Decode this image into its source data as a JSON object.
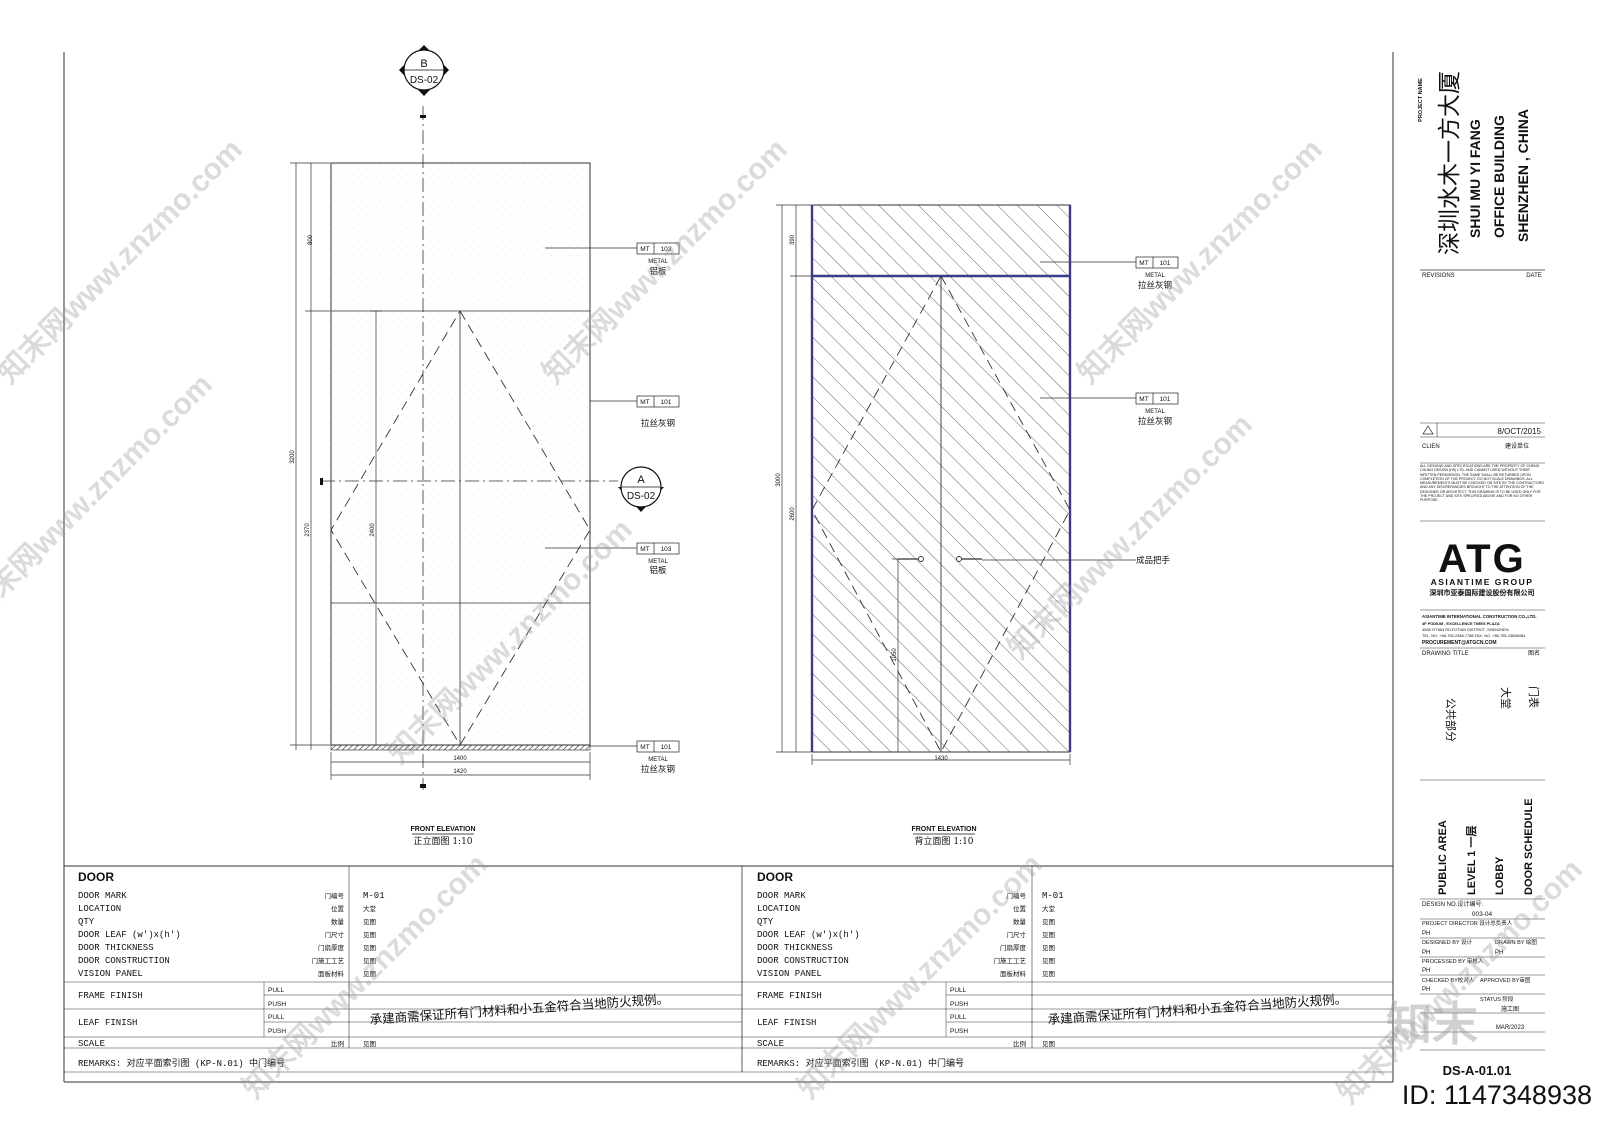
{
  "front": {
    "section_b": {
      "letter": "B",
      "ref": "DS-02"
    },
    "section_a": {
      "letter": "A",
      "ref": "DS-02"
    },
    "callouts": [
      {
        "code": "MT",
        "num": "103",
        "en": "METAL",
        "zh": "铝板"
      },
      {
        "code": "MT",
        "num": "101",
        "en": "",
        "zh": "拉丝灰钢"
      },
      {
        "code": "MT",
        "num": "103",
        "en": "METAL",
        "zh": "铝板"
      },
      {
        "code": "MT",
        "num": "101",
        "en": "METAL",
        "zh": "拉丝灰钢"
      }
    ],
    "dims": {
      "h_top": "800",
      "h_total": "3200",
      "h_door": "2370",
      "h_inner": "2400",
      "w_inner": "1400",
      "w_total": "1420"
    },
    "title_en": "FRONT ELEVATION",
    "title_zh": "正立面图 1:10"
  },
  "back": {
    "callouts": [
      {
        "code": "MT",
        "num": "101",
        "en": "METAL",
        "zh": "拉丝灰钢"
      },
      {
        "code": "MT",
        "num": "101",
        "en": "METAL",
        "zh": "拉丝灰钢"
      }
    ],
    "handle_label": "成品把手",
    "dims": {
      "h_top": "390",
      "h_total": "3000",
      "h_door": "2600",
      "h_handle": "1050",
      "w_total": "1430"
    },
    "title_en": "FRONT ELEVATION",
    "title_zh": "背立面图 1:10"
  },
  "schedule": {
    "heading": "DOOR",
    "rows": [
      {
        "en": "DOOR MARK",
        "zh": "门编号",
        "val": "M-01"
      },
      {
        "en": "LOCATION",
        "zh": "位置",
        "val": "大堂"
      },
      {
        "en": "QTY",
        "zh": "数量",
        "val": "见图"
      },
      {
        "en": "DOOR LEAF (w')x(h')",
        "zh": "门尺寸",
        "val": "见图"
      },
      {
        "en": "DOOR THICKNESS",
        "zh": "门扇厚度",
        "val": "见图"
      },
      {
        "en": "DOOR CONSTRUCTION",
        "zh": "门施工工艺",
        "val": "见图"
      },
      {
        "en": "VISION PANEL",
        "zh": "面板材料",
        "val": "见图"
      }
    ],
    "frame_finish": "FRAME FINISH",
    "leaf_finish": "LEAF FINISH",
    "pull": "PULL",
    "push": "PUSH",
    "scale_en": "SCALE",
    "scale_zh": "比例",
    "scale_val": "见图",
    "note": "承建商需保证所有门材料和小五金符合当地防火规例。",
    "remarks": "REMARKS:  对应平面索引图 (KP-N.01) 中门编号",
    "right_mark": "M-01",
    "right_location": "大堂"
  },
  "titleblock": {
    "project_name_label": "PROJECT NAME",
    "project_zh": "深圳水木一方大厦",
    "project_en1": "SHUI MU YI FANG",
    "project_en2": "OFFICE BUILDING",
    "project_en3": "SHENZHEN , CHINA",
    "revisions": "REVISIONS",
    "date": "DATE",
    "rev_date": "8/OCT/2015",
    "client": "CLIEN",
    "client_zh": "建设单位",
    "disclaimer": "ALL DESIGNS AND SPECIFICATIONS ARE THE PROPERTY OF CHENG CHUNG DESIGN (HK) LTD. AND CANNOT USED WITHOUT THEIR WRITTEN PERMISSION. THE SAME SHALL BE RETURNED UPON COMPLETION OF THE PROJECT. DO NOT SCALE DRAWINGS. ALL MEASUREMENTS MUST BE CHECKED ON SITE BY THE CONTRACTORS AND ANY DISCREPANCIES BROUGHT TO THE ATTENTION OF THE DESIGNER OR ARCHITECT. THIS DRAWING IS TO BE USED ONLY FOR THE PROJECT AND SITE SPECIFIED ABOVE AND FOR NO OTHER PURPOSE.",
    "logo": "ATG",
    "group": "ASIANTIME GROUP",
    "group_zh": "深圳市亚泰国际建设股份有限公司",
    "company": "ASIANTIME INTERNATIONAL CONSTRUCTION CO.,LTD.",
    "addr1": "4F PODIUM , EXCELLENCE TIMES PLAZA",
    "addr2": "4068 YITIAN RD,FUTIAN DISTRICT ,SHENZHEN",
    "tel": "TEL. NO. +86-755-2388-7788  FAX. NO. +86-755-23898484",
    "email": "PROCUREMENT@ATGCN.COM",
    "drawing_title": "DRAWING TITLE",
    "drawing_title_zh": "图名",
    "area_zh": "公共部分",
    "lobby_zh": "大堂",
    "sched_zh": "门表",
    "area_en": "PUBLIC AREA",
    "level_en": "LEVEL 1 一层",
    "lobby_en": "LOBBY",
    "sched_en": "DOOR SCHEDULE",
    "design_no_label": "DESIGN NO.设计编号:",
    "design_no": "003-04",
    "project_director": "PROJECT DIRECTOR  设计总负责人",
    "designed_by": "DESIGNED BY 设计",
    "drawn_by": "DRAWN BY  绘图",
    "processed_by": "PROCESSED BY 审核人",
    "checked_by": "CHECKED BY校对人",
    "approved_by": "APPROVED BY审图",
    "ph": "PH",
    "status": "STATUS  阶段",
    "stage_zh": "施工图",
    "date_val": "MAR/2023",
    "drawing_no": "DS-A-01.01"
  },
  "watermark": {
    "text": "知末网www.znzmo.com",
    "logo": "知末",
    "id": "ID: 1147348938"
  }
}
